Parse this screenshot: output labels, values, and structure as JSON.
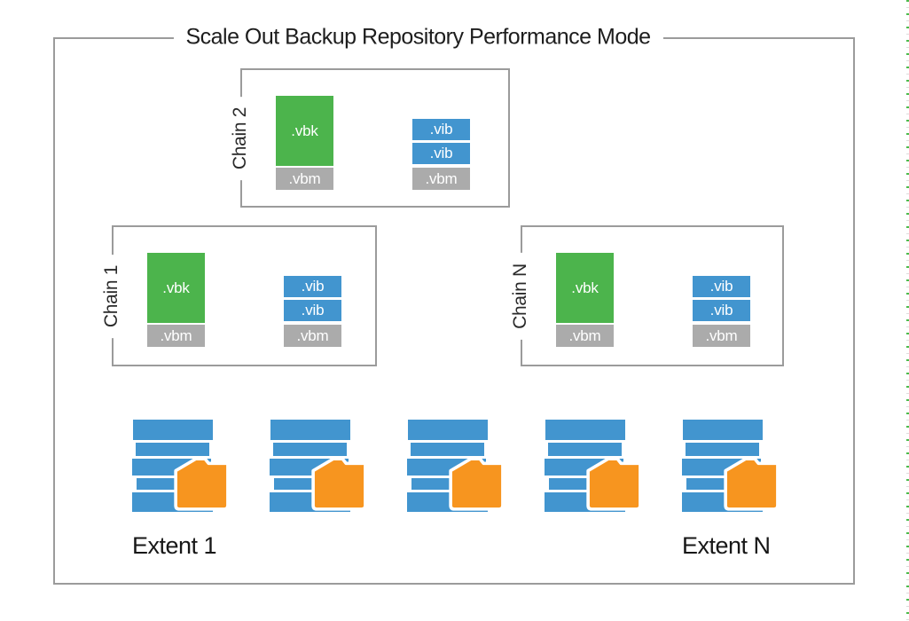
{
  "title": "Scale Out Backup Repository Performance Mode",
  "chains": {
    "chain2": {
      "label": "Chain 2",
      "files": {
        "vbk": ".vbk",
        "vib_top": ".vib",
        "vib_bottom": ".vib",
        "vbm_left": ".vbm",
        "vbm_right": ".vbm"
      }
    },
    "chain1": {
      "label": "Chain 1",
      "files": {
        "vbk": ".vbk",
        "vib_top": ".vib",
        "vib_bottom": ".vib",
        "vbm_left": ".vbm",
        "vbm_right": ".vbm"
      }
    },
    "chainN": {
      "label": "Chain N",
      "files": {
        "vbk": ".vbk",
        "vib_top": ".vib",
        "vib_bottom": ".vib",
        "vbm_left": ".vbm",
        "vbm_right": ".vbm"
      }
    }
  },
  "extents": {
    "count": 5,
    "first_label": "Extent 1",
    "last_label": "Extent N"
  },
  "icons": {
    "extent": "storage-stack-with-folder-icon"
  },
  "colors": {
    "vbk_green": "#4cb44c",
    "vib_blue": "#4295cf",
    "vbm_gray": "#ababab",
    "folder_orange": "#f7951f",
    "box_border_gray": "#9b9b9b",
    "text_dark": "#231f20",
    "edge_dash_green": "#4cbb4c"
  }
}
